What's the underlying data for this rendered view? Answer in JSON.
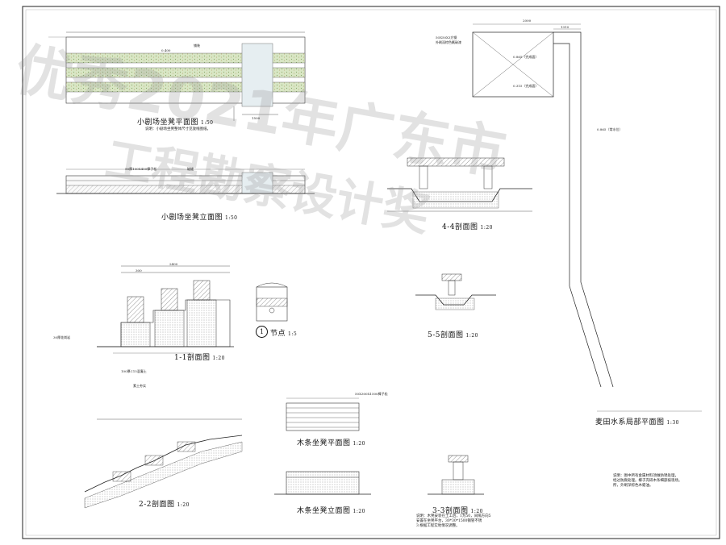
{
  "titles": {
    "plan_small_theater": "小剧场坐凳平面图",
    "elev_small_theater": "小剧场坐凳立面图",
    "sec_1_1": "1-1剖面图",
    "node_1": "节点",
    "sec_2_2": "2-2剖面图",
    "plan_wood_bench": "木条坐凳平面图",
    "elev_wood_bench": "木条坐凳立面图",
    "sec_3_3": "3-3剖面图",
    "sec_4_4": "4-4剖面图",
    "sec_5_5": "5-5剖面图",
    "plan_water": "麦田水系局部平面图"
  },
  "scales": {
    "s150": "1:50",
    "s120": "1:20",
    "s15": "1:5",
    "s130": "1:30"
  },
  "node_number": "1",
  "notes": {
    "plan_note": "说明：小剧场坐凳整体尺寸见放线图纸。",
    "water_note_1": "说明：图中所有金属材料须做防锈处理，",
    "water_note_2": "经过防腐处理。椰子壳碎木条细部按现场。",
    "water_note_3": "所，外刷深棕色木蜡油。",
    "bench_note_1": "说明：木凳安装在土工后，1为50，间隔方向5",
    "bench_note_2": "安置在坐凳平台，30*30*1500钢管不锈",
    "bench_note_3": "3.根据工程实地情况调整。"
  },
  "labels": {
    "elev_a": "90厚100X450樟子松",
    "elev_b": "磁缝",
    "ground": "铺装",
    "tree_pit": "1500",
    "section_label_4": "50X50X3方钢",
    "section_label_5": "外刷深棕色氟碳漆",
    "level_0400": "0.400",
    "level_0865": "0.865（完成面）",
    "level_0315": "0.315（完成面）",
    "level_0865b": "0.865（常水位）",
    "dim_2000": "2000",
    "dim_1310": "1310",
    "dim_2400": "2400",
    "dim_300": "300",
    "gravel": "100厚C15混凝土",
    "soil": "素土夯实",
    "stone": "30厚花岗岩",
    "wood": "50X300X1500樟子松"
  },
  "watermark": {
    "line1": "优秀2021年广东市",
    "line2": "工程勘察设计奖"
  }
}
